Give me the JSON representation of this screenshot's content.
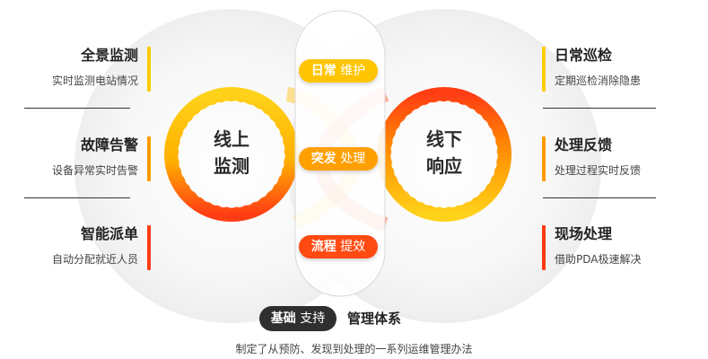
{
  "left_items": [
    {
      "title": "全景监测",
      "desc": "实时监测电站情况"
    },
    {
      "title": "故障告警",
      "desc": "设备异常实时告警"
    },
    {
      "title": "智能派单",
      "desc": "自动分配就近人员"
    }
  ],
  "right_items": [
    {
      "title": "日常巡检",
      "desc": "定期巡检消除隐患"
    },
    {
      "title": "处理反馈",
      "desc": "处理过程实时反馈"
    },
    {
      "title": "现场处理",
      "desc": "借助PDA极速解决"
    }
  ],
  "ring_left": {
    "line1": "线上",
    "line2": "监测"
  },
  "ring_right": {
    "line1": "线下",
    "line2": "响应"
  },
  "pills": [
    {
      "strong": "日常",
      "light": "维护"
    },
    {
      "strong": "突发",
      "light": "处理"
    },
    {
      "strong": "流程",
      "light": "提效"
    }
  ],
  "base": {
    "strong": "基础",
    "light": "支持",
    "label": "管理体系"
  },
  "caption": "制定了从预防、发现到处理的一系列运维管理办法",
  "colors": {
    "yellow": "#ffcc00",
    "orange": "#ff8a00",
    "red": "#ff3b14",
    "dark_pill": "#2f2f2f"
  }
}
